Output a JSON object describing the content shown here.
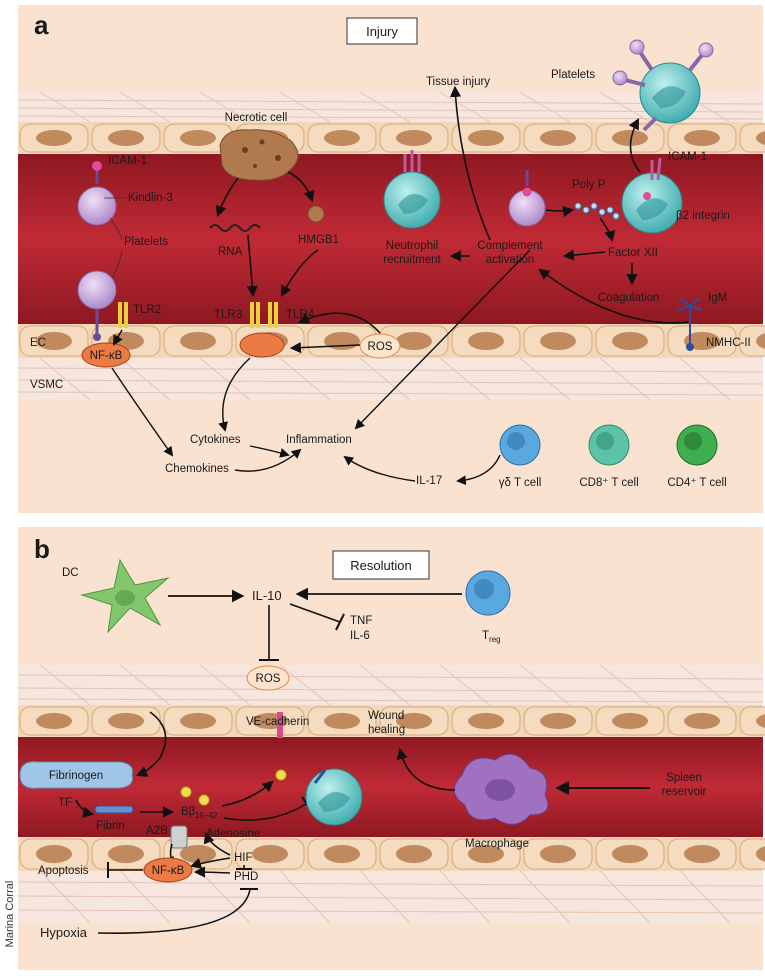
{
  "panel_a": {
    "letter": "a",
    "title": "Injury",
    "labels": {
      "icam1_left": "ICAM-1",
      "kindlin3": "Kindlin-3",
      "platelets_left": "Platelets",
      "necrotic_cell": "Necrotic cell",
      "rna": "RNA",
      "hmgb1": "HMGB1",
      "tlr2": "TLR2",
      "tlr3": "TLR3",
      "tlr4": "TLR4",
      "nfkb": "NF-κB",
      "ros": "ROS",
      "ec": "EC",
      "vsmc": "VSMC",
      "cytokines": "Cytokines",
      "chemokines": "Chemokines",
      "inflammation": "Inflammation",
      "il17": "IL-17",
      "gd_tcell": "γδ T cell",
      "cd8": "CD8⁺ T cell",
      "cd4": "CD4⁺ T cell",
      "tissue_injury": "Tissue injury",
      "platelets_right": "Platelets",
      "icam1_right": "ICAM-1",
      "b2_integrin": "β2 integrin",
      "poly_p": "Poly P",
      "factor_xii": "Factor XII",
      "complement": "Complement",
      "activation": "activation",
      "neutrophil": "Neutrophil",
      "recruitment": "recruitment",
      "coagulation": "Coagulation",
      "igm": "IgM",
      "nmhc": "NMHC-II"
    }
  },
  "panel_b": {
    "letter": "b",
    "title": "Resolution",
    "labels": {
      "dc": "DC",
      "il10": "IL-10",
      "tnf": "TNF",
      "il6": "IL-6",
      "treg": "T",
      "treg_sub": "reg",
      "ros": "ROS",
      "ve_cadherin": "VE-cadherin",
      "wound": "Wound",
      "healing": "healing",
      "fibrinogen": "Fibrinogen",
      "tf": "TF",
      "fibrin": "Fibrin",
      "bbeta": "Bβ",
      "bbeta_sub": "15–42",
      "adenosine": "Adenosine",
      "a2b": "A2B",
      "hif": "HIF",
      "phd": "PHD",
      "nfkb": "NF-κB",
      "apoptosis": "Apoptosis",
      "hypoxia": "Hypoxia",
      "macrophage": "Macrophage",
      "spleen": "Spleen",
      "reservoir": "reservoir"
    }
  },
  "credit": "Marina Corral",
  "colors": {
    "background": "#f9e2d0",
    "lumen": "#b8202c",
    "endothelium": "#f3d7b6",
    "nucleus": "#c08a5e",
    "platelet": "#c8a6dc",
    "neutrophil": "#4bbfbf",
    "gd_tcell": "#5aa8e0",
    "cd8": "#5cc3a7",
    "cd4": "#3fae4f",
    "nfkb": "#ec7a45",
    "dc": "#82c76c",
    "macrophage": "#a071c0",
    "fibrinogen": "#9fc6e6"
  }
}
